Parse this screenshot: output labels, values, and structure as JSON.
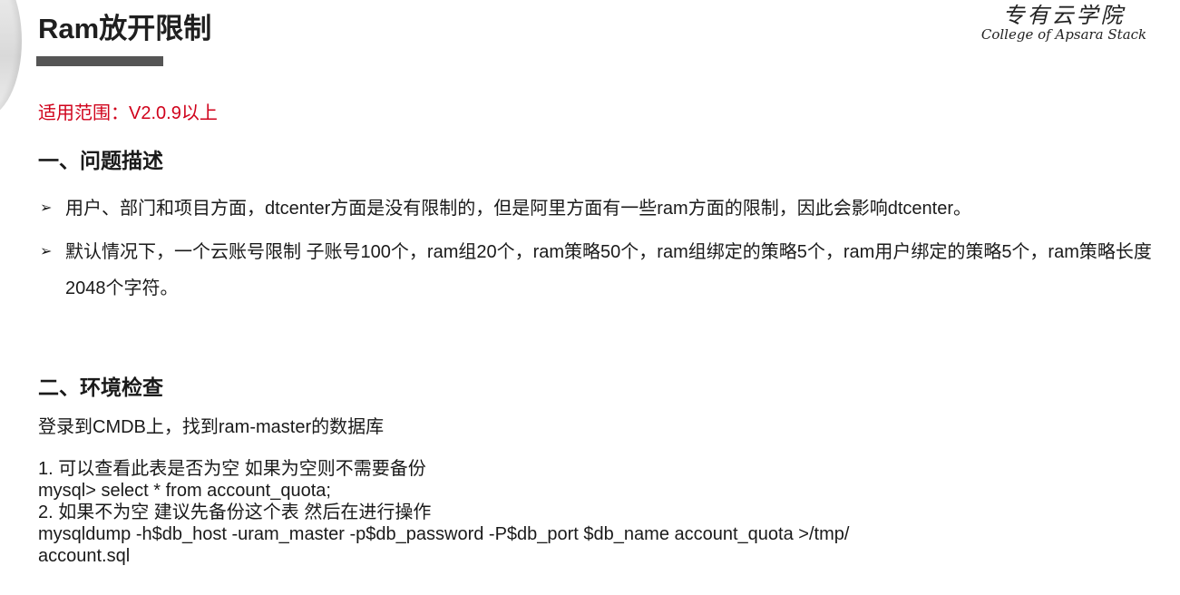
{
  "slide": {
    "title": "Ram放开限制",
    "brand_cn": "专有云学院",
    "brand_en": "College of Apsara Stack",
    "scope": "适用范围：V2.0.9以上"
  },
  "section1": {
    "heading": "一、问题描述",
    "bullets": [
      "用户、部门和项目方面，dtcenter方面是没有限制的，但是阿里方面有一些ram方面的限制，因此会影响dtcenter。",
      "默认情况下，一个云账号限制 子账号100个，ram组20个，ram策略50个，ram组绑定的策略5个，ram用户绑定的策略5个，ram策略长度2048个字符。"
    ]
  },
  "section2": {
    "heading": "二、环境检查",
    "login": "登录到CMDB上，找到ram-master的数据库",
    "lines": [
      "1. 可以查看此表是否为空 如果为空则不需要备份",
      "mysql> select * from account_quota;",
      "2. 如果不为空 建议先备份这个表 然后在进行操作",
      "mysqldump -h$db_host -uram_master -p$db_password -P$db_port $db_name account_quota >/tmp/",
      "account.sql"
    ]
  },
  "icons": {
    "bullet": "arrow-bullet-icon"
  }
}
